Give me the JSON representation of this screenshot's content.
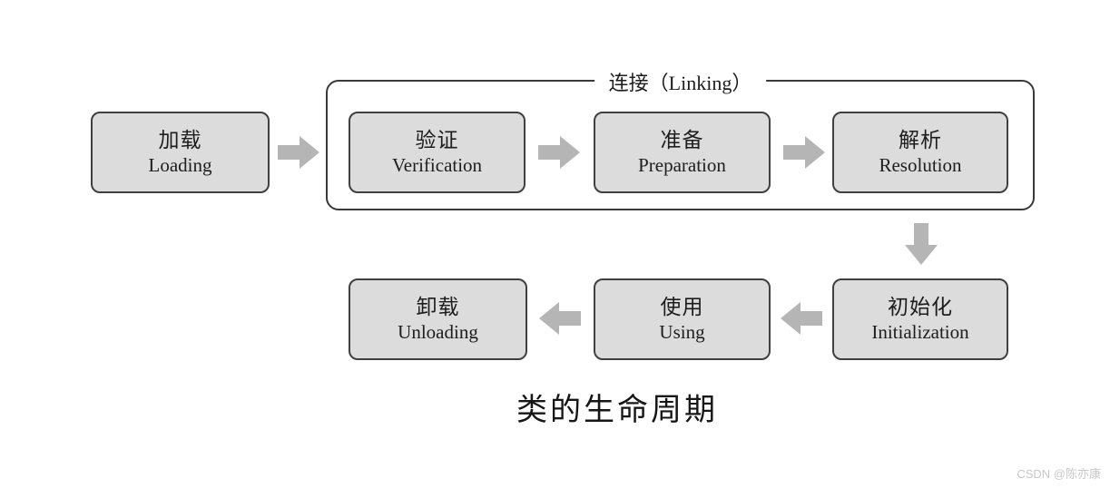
{
  "diagram": {
    "caption": "类的生命周期",
    "linking_group": {
      "label": "连接（Linking）"
    },
    "stages": {
      "loading": {
        "zh": "加载",
        "en": "Loading"
      },
      "verification": {
        "zh": "验证",
        "en": "Verification"
      },
      "preparation": {
        "zh": "准备",
        "en": "Preparation"
      },
      "resolution": {
        "zh": "解析",
        "en": "Resolution"
      },
      "initialization": {
        "zh": "初始化",
        "en": "Initialization"
      },
      "using": {
        "zh": "使用",
        "en": "Using"
      },
      "unloading": {
        "zh": "卸载",
        "en": "Unloading"
      }
    },
    "flow": [
      "loading -> verification",
      "verification -> preparation",
      "preparation -> resolution",
      "resolution -> initialization",
      "initialization -> using",
      "using -> unloading"
    ],
    "colors": {
      "box_fill": "#dcdcdc",
      "box_border": "#404040",
      "arrow": "#b5b5b5",
      "container_border": "#3a3a3a",
      "watermark": "#c9c9c9"
    }
  },
  "watermark": {
    "text": "CSDN @陈亦康"
  }
}
